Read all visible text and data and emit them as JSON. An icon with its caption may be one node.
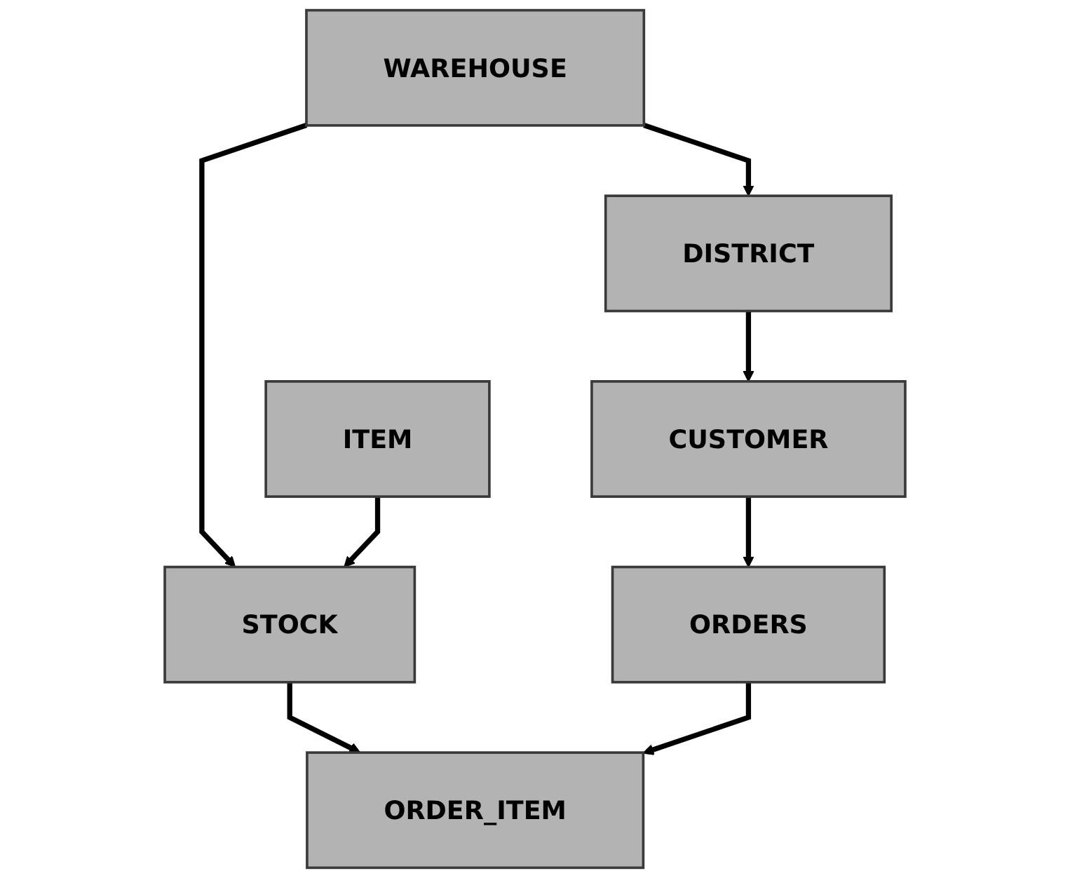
{
  "diagram": {
    "nodes": [
      {
        "text": [
          "WAREHOUSE"
        ]
      },
      {
        "text": [
          "ITEM"
        ]
      },
      {
        "text": [
          "DISTRICT"
        ]
      },
      {
        "text": [
          "STOCK"
        ]
      },
      {
        "text": [
          "CUSTOMER"
        ]
      },
      {
        "text": [
          "ORDERS"
        ]
      },
      {
        "text": [
          "ORDER_ITEM"
        ]
      }
    ],
    "edges": [
      {
        "from": 0,
        "to": 2,
        "arrow": "to"
      },
      {
        "from": 0,
        "to": 3,
        "arrow": "to"
      },
      {
        "from": 1,
        "to": 3,
        "arrow": "to"
      },
      {
        "from": 2,
        "to": 4,
        "arrow": "to"
      },
      {
        "from": 4,
        "to": 5,
        "arrow": "to"
      },
      {
        "from": 3,
        "to": 6,
        "arrow": "to"
      },
      {
        "from": 5,
        "to": 6,
        "arrow": "to"
      }
    ]
  }
}
